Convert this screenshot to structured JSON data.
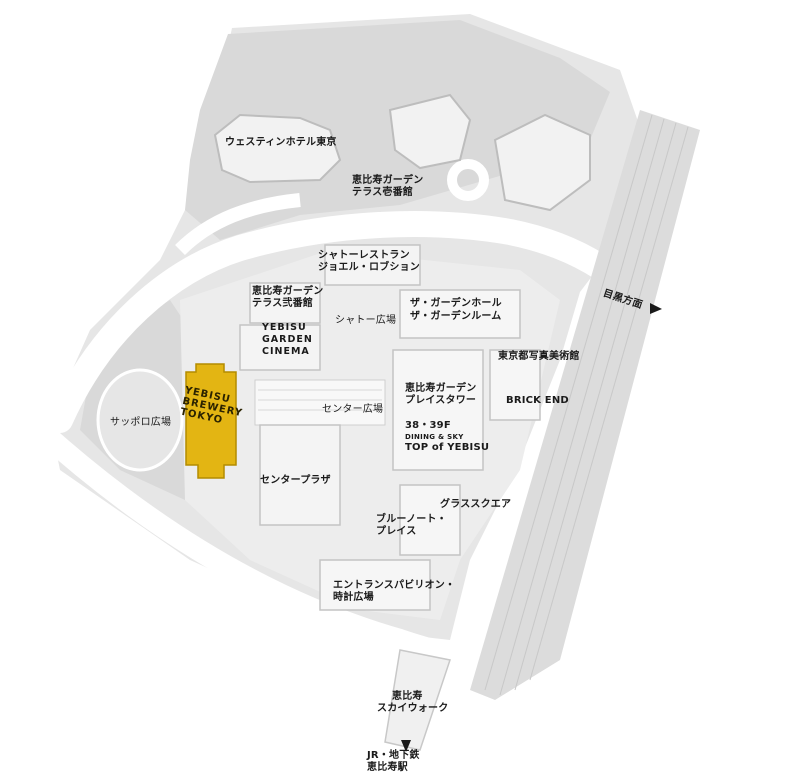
{
  "colors": {
    "background": "#ffffff",
    "area_fill": "#e8e8e8",
    "building_fill": "#f3f3f3",
    "building_shadow": "#bdbdbd",
    "road_fill": "#ffffff",
    "rail_fill": "#e0e0e0",
    "highlight": "#e3b513",
    "text": "#1a1a1a"
  },
  "map": {
    "labels": {
      "westin": "ウェスティンホテル東京",
      "terrace_1_line1": "恵比寿ガーデン",
      "terrace_1_line2": "テラス壱番館",
      "chateau_line1": "シャトーレストラン",
      "chateau_line2": "ジョエル・ロブション",
      "terrace_2_line1": "恵比寿ガーデン",
      "terrace_2_line2": "テラス弐番館",
      "chateau_plaza": "シャトー広場",
      "garden_hall_line1": "ザ・ガーデンホール",
      "garden_hall_line2": "ザ・ガーデンルーム",
      "meguro_direction": "目黒方面",
      "cinema_line1": "YEBISU",
      "cinema_line2": "GARDEN",
      "cinema_line3": "CINEMA",
      "photo_museum": "東京都写真美術館",
      "brewery_line1": "YEBISU",
      "brewery_line2": "BREWERY",
      "brewery_line3": "TOKYO",
      "sapporo_plaza": "サッポロ広場",
      "center_plaza": "センター広場",
      "place_tower_line1": "恵比寿ガーデン",
      "place_tower_line2": "プレイスタワー",
      "brick_end": "BRICK END",
      "floors": "38・39F",
      "dining_sky": "DINING & SKY",
      "top_of_yebisu": "TOP of YEBISU",
      "center_place": "センタープラザ",
      "glass_square": "グラススクエア",
      "blue_note_line1": "ブルーノート・",
      "blue_note_line2": "プレイス",
      "entrance_line1": "エントランスパビリオン・",
      "entrance_line2": "時計広場",
      "skywalk_line1": "恵比寿",
      "skywalk_line2": "スカイウォーク",
      "station_line1": "JR・地下鉄",
      "station_line2": "恵比寿駅"
    }
  }
}
